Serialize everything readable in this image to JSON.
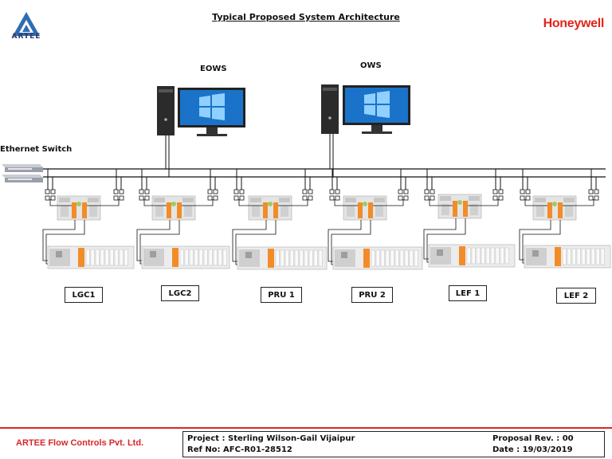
{
  "header": {
    "title": "Typical Proposed System Architecture",
    "company_logo_text": "ARTEE",
    "brand": "Honeywell"
  },
  "network": {
    "workstations": [
      {
        "label": "EOWS"
      },
      {
        "label": "OWS"
      }
    ],
    "switch_label": "Ethernet Switch",
    "panels": [
      {
        "label": "LGC1"
      },
      {
        "label": "LGC2"
      },
      {
        "label": "PRU 1"
      },
      {
        "label": "PRU 2"
      },
      {
        "label": "LEF 1"
      },
      {
        "label": "LEF 2"
      }
    ]
  },
  "footer": {
    "company": "ARTEE Flow Controls Pvt. Ltd.",
    "project": "Project : Sterling Wilson-Gail Vijaipur",
    "ref": "Ref No: AFC-R01-28512",
    "revision": "Proposal Rev. : 00",
    "date": "Date : 19/03/2019"
  },
  "colors": {
    "brand_red": "#e2231a",
    "footer_red": "#d62828",
    "io_orange": "#f28c28",
    "screen_blue": "#1a73c9",
    "logo_blue": "#2f6db3"
  }
}
